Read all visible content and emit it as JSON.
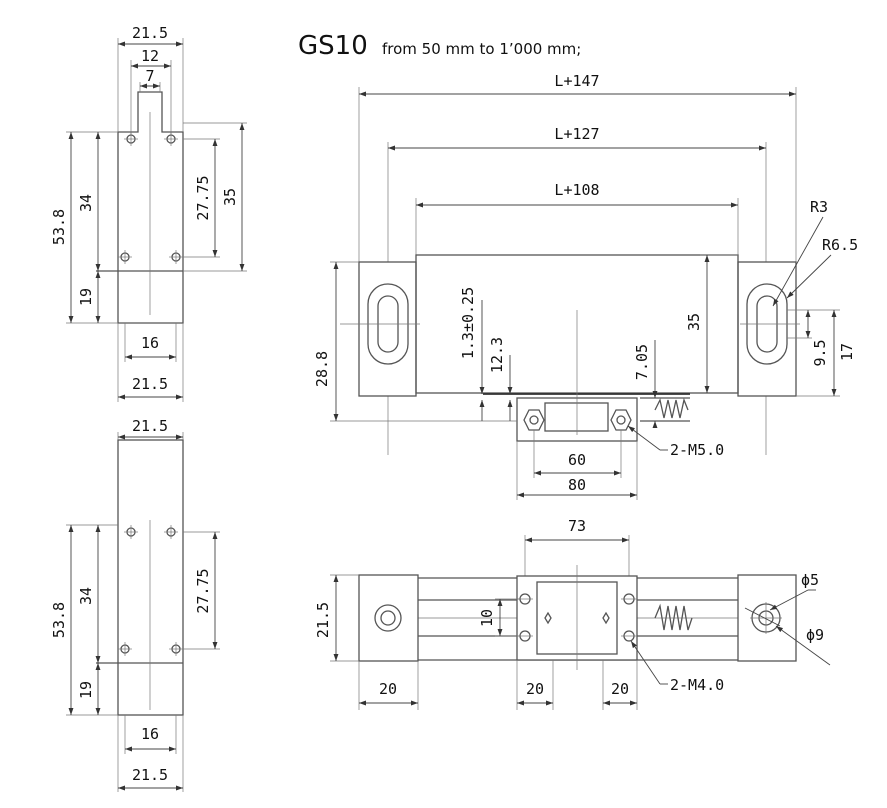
{
  "title": {
    "model": "GS10",
    "range": "from 50 mm to 1’000 mm;"
  },
  "side_view_top": {
    "width_top": "21.5",
    "slot_width": "12",
    "slot_inner": "7",
    "total_height": "53.8",
    "height_34": "34",
    "height_19": "19",
    "hole_spacing": "27.75",
    "height_35": "35",
    "bottom_16": "16",
    "width_bottom": "21.5"
  },
  "side_view_bottom": {
    "width_top": "21.5",
    "total_height": "53.8",
    "height_34": "34",
    "height_19": "19",
    "hole_spacing": "27.75",
    "bottom_16": "16",
    "width_bottom": "21.5"
  },
  "front_view": {
    "overall": "L+147",
    "hole_span": "L+127",
    "body_length": "L+108",
    "r3": "R3",
    "r6_5": "R6.5",
    "height_35": "35",
    "tolerance": "1.3±0.25",
    "offset_12_3": "12.3",
    "offset_7_05": "7.05",
    "height_28_8": "28.8",
    "slot_9_5": "9.5",
    "slot_17": "17",
    "screw_label": "2-M5.0",
    "spacing_60": "60",
    "spacing_80": "80"
  },
  "top_view": {
    "spacing_73": "73",
    "height_21_5": "21.5",
    "spacing_10": "10",
    "dia_5": "ϕ5",
    "dia_9": "ϕ9",
    "screw_label": "2-M4.0",
    "width_left": "20",
    "width_mid": "20",
    "width_right": "20"
  }
}
